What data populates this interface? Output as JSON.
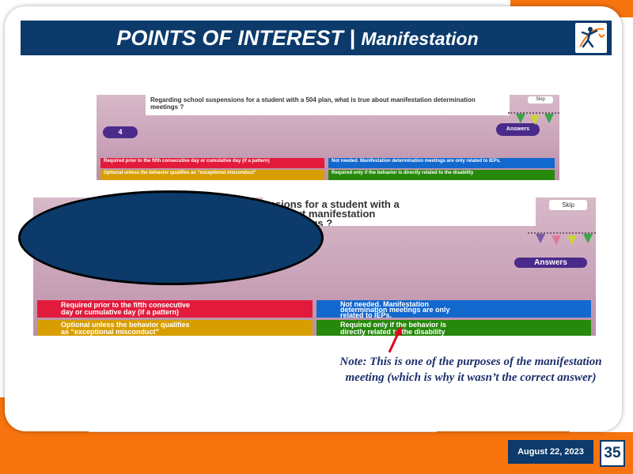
{
  "slide": {
    "title_main": "POINTS OF INTEREST | ",
    "title_sub": "Manifestation",
    "date": "August 22, 2023",
    "page_number": "35",
    "note": "Note: This is one of the purposes of the manifestation meeting (which is why it wasn’t the correct answer)"
  },
  "quiz_top": {
    "question": "Regarding school suspensions for a student with a 504 plan, what is true about manifestation determination meetings ?",
    "skip_label": "Skip",
    "answers_label": "Answers",
    "answers": [
      {
        "text": "Required prior to the fifth consecutive day or cumulative day (if a pattern)",
        "color": "red"
      },
      {
        "text": "Not needed. Manifestation determination meetings are only related to IEPs.",
        "color": "blue"
      },
      {
        "text": "Optional unless the behavior qualifies as “exceptional misconduct”",
        "color": "yellow"
      },
      {
        "text": "Required only if the behavior is directly related to the disability",
        "color": "green"
      }
    ]
  },
  "quiz_bottom": {
    "question": "nsions for a student with a\ne about manifestation\nn meetings ?",
    "skip_label": "Skip",
    "answers_label": "Answers",
    "answers": [
      {
        "text": "Required prior to the fifth consecutive\nday or cumulative day (if a pattern)",
        "color": "red"
      },
      {
        "text": "Not needed. Manifestation\ndetermination meetings are only\nrelated to IEPs.",
        "color": "blue"
      },
      {
        "text": "Optional unless the behavior qualifies\nas “exceptional misconduct”",
        "color": "yellow"
      },
      {
        "text": "Required only if the behavior is\ndirectly related to the disability",
        "color": "green"
      }
    ]
  },
  "colors": {
    "navy": "#0b3a6b",
    "orange": "#f7730e",
    "note_text": "#1b2f6b",
    "arrow": "#e0001a"
  }
}
